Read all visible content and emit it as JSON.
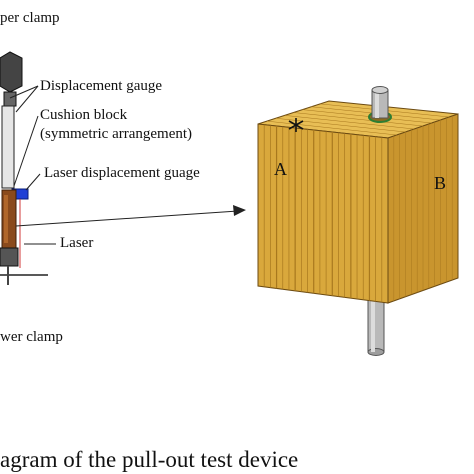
{
  "labels": {
    "upper_clamp": "per clamp",
    "displacement_gauge": "Displacement gauge",
    "cushion_block": "Cushion block",
    "symmetric_arrangement": "(symmetric arrangement)",
    "laser_displacement_gauge": "Laser displacement guage",
    "laser": "Laser",
    "lower_clamp": "wer clamp",
    "face_a": "A",
    "face_b": "B",
    "caption": "agram of the pull-out test device"
  },
  "colors": {
    "wood_front": "#d9a83c",
    "wood_grain": "#a8781e",
    "wood_top": "#e8be55",
    "wood_side": "#c9952e",
    "rod": "#b9b9b9",
    "gauge_blue": "#1f3fd6",
    "clamp_dark": "#333333",
    "block_brown": "#8a4a1c",
    "laser_red": "#d23a3a",
    "ring_green": "#2e7d32"
  }
}
